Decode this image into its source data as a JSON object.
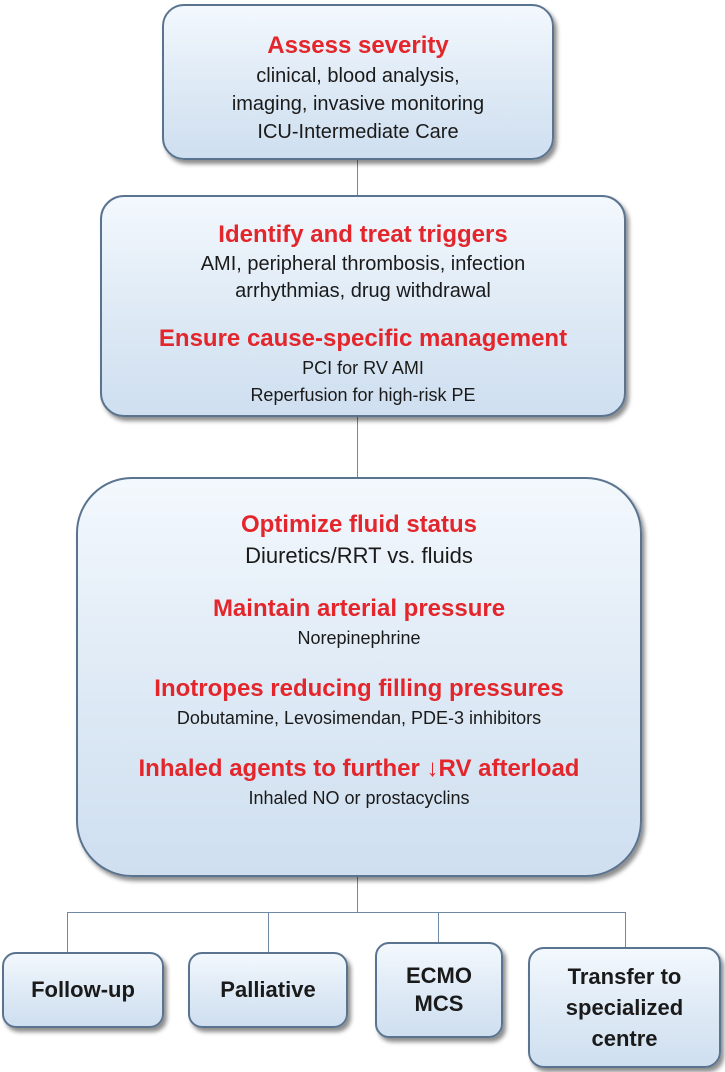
{
  "box1": {
    "heading": "Assess severity",
    "lines": [
      "clinical, blood analysis,",
      "imaging, invasive monitoring",
      "ICU-Intermediate Care"
    ]
  },
  "box2": {
    "heading1": "Identify and treat triggers",
    "lines1": [
      "AMI, peripheral thrombosis, infection",
      "arrhythmias, drug withdrawal"
    ],
    "heading2": "Ensure cause-specific management",
    "lines2": [
      "PCI for RV AMI",
      "Reperfusion for  high-risk PE"
    ]
  },
  "box3": {
    "sections": [
      {
        "heading": "Optimize fluid status",
        "text": "Diuretics/RRT vs. fluids"
      },
      {
        "heading": "Maintain arterial pressure",
        "text": "Norepinephrine"
      },
      {
        "heading": "Inotropes reducing filling pressures",
        "text": "Dobutamine, Levosimendan, PDE-3 inhibitors"
      },
      {
        "heading": "Inhaled agents to further ↓RV afterload",
        "text": "Inhaled NO or prostacyclins"
      }
    ]
  },
  "outcomes": [
    {
      "lines": [
        "Follow-up"
      ]
    },
    {
      "lines": [
        "Palliative"
      ]
    },
    {
      "lines": [
        "ECMO",
        "MCS"
      ]
    },
    {
      "lines": [
        "Transfer to",
        "specialized",
        "centre"
      ]
    }
  ]
}
